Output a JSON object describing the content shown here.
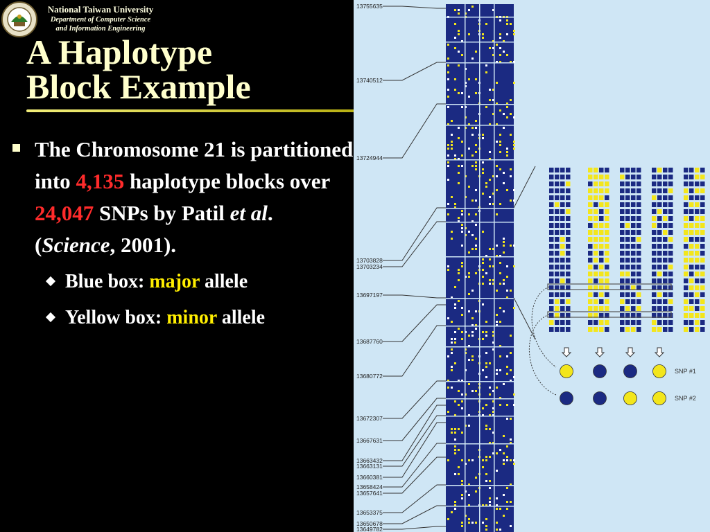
{
  "header": {
    "university": "National Taiwan University",
    "department_line1": "Department of Computer Science",
    "department_line2": "and Information Engineering"
  },
  "title": {
    "line1": "A Haplotype",
    "line2": "Block Example"
  },
  "bullet": {
    "t1": "The Chromosome 21 is partitioned into ",
    "blocks": "4,135",
    "t2": " haplotype blocks over ",
    "snps": "24,047",
    "t3": " SNPs by Patil ",
    "etal": "et al",
    "t4": ". (",
    "journal": "Science",
    "t5": ", 2001)."
  },
  "subbullets": [
    {
      "pre": "Blue box: ",
      "hl": "major",
      "post": " allele"
    },
    {
      "pre": "Yellow box: ",
      "hl": "minor",
      "post": " allele"
    }
  ],
  "figure": {
    "positions": [
      "13755635",
      "13740512",
      "13724944",
      "13703828",
      "13703234",
      "13697197",
      "13687760",
      "13680772",
      "13672307",
      "13667631",
      "13663432",
      "13663131",
      "13660381",
      "13658424",
      "13657641",
      "13653375",
      "13650678",
      "13649782"
    ],
    "snp_labels": [
      "SNP #1",
      "SNP #2"
    ],
    "colors": {
      "background": "#cfe6f5",
      "major": "#1b2a82",
      "minor": "#f3e61c",
      "line": "#333333"
    }
  }
}
